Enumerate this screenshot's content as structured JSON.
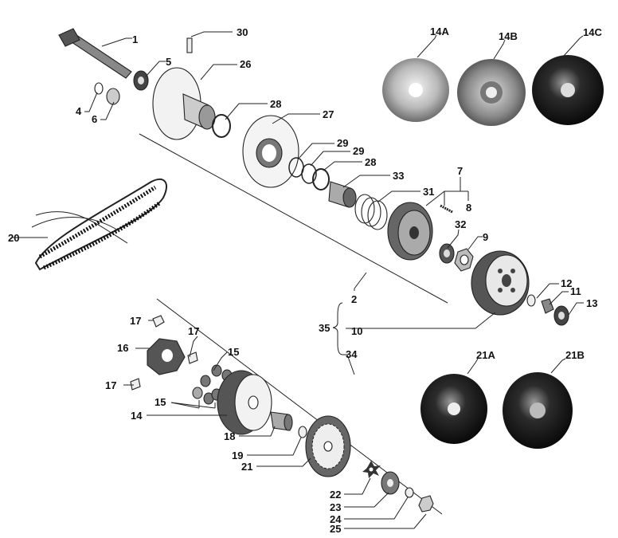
{
  "callouts": {
    "c1": "1",
    "c2": "2",
    "c4": "4",
    "c5": "5",
    "c6": "6",
    "c7": "7",
    "c8": "8",
    "c9": "9",
    "c10": "10",
    "c11": "11",
    "c12": "12",
    "c13": "13",
    "c14": "14",
    "c14a": "14A",
    "c14b": "14B",
    "c14c": "14C",
    "c15a": "15",
    "c15b": "15",
    "c16": "16",
    "c17a": "17",
    "c17b": "17",
    "c17c": "17",
    "c18": "18",
    "c19": "19",
    "c20": "20",
    "c21": "21",
    "c21a": "21A",
    "c21b": "21B",
    "c22": "22",
    "c23": "23",
    "c24": "24",
    "c25": "25",
    "c26": "26",
    "c27": "27",
    "c28a": "28",
    "c28b": "28",
    "c29a": "29",
    "c29b": "29",
    "c30": "30",
    "c31": "31",
    "c32": "32",
    "c33": "33",
    "c34": "34",
    "c35": "35"
  },
  "colors": {
    "ink": "#222222",
    "metal_light": "#d9d9d9",
    "metal_dark": "#1a1a1a"
  }
}
